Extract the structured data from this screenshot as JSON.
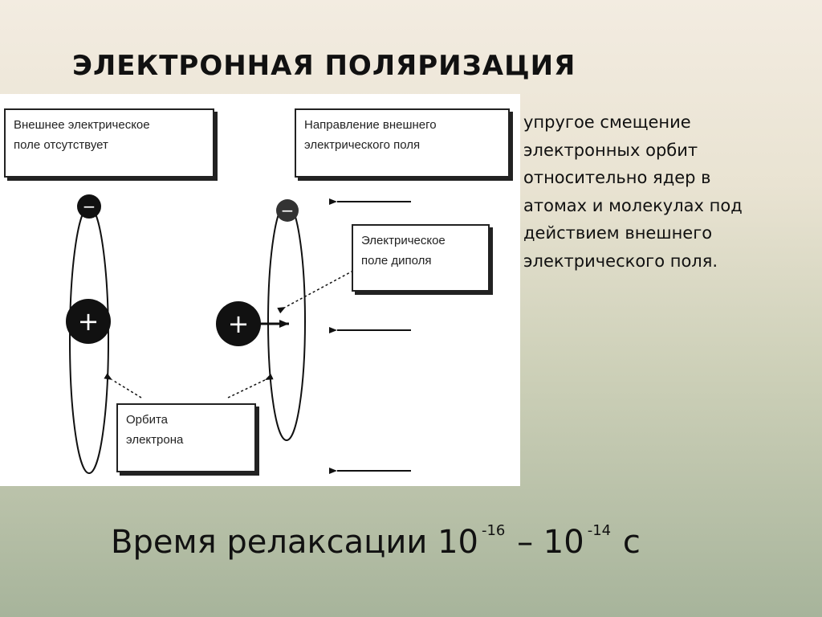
{
  "title": "ЭЛЕКТРОННАЯ ПОЛЯРИЗАЦИЯ",
  "diagram": {
    "label_no_field": "Внешнее электрическое\nполе отсутствует",
    "label_field_direction": "Направление внешнего\nэлектрического поля",
    "label_dipole_field": "Электрическое\nполе диполя",
    "label_orbit": "Орбита\nэлектрона",
    "electron_sign": "−",
    "nucleus_sign": "+"
  },
  "description": [
    "упругое смещение",
    "электронных орбит",
    "относительно ядер в",
    "атомах и молекулах под",
    "действием внешнего",
    "электрического поля."
  ],
  "relaxation": {
    "text": "Время релаксации 10",
    "exp1": "-16",
    "dash": " – 10",
    "exp2": "-14",
    "unit": " с"
  }
}
